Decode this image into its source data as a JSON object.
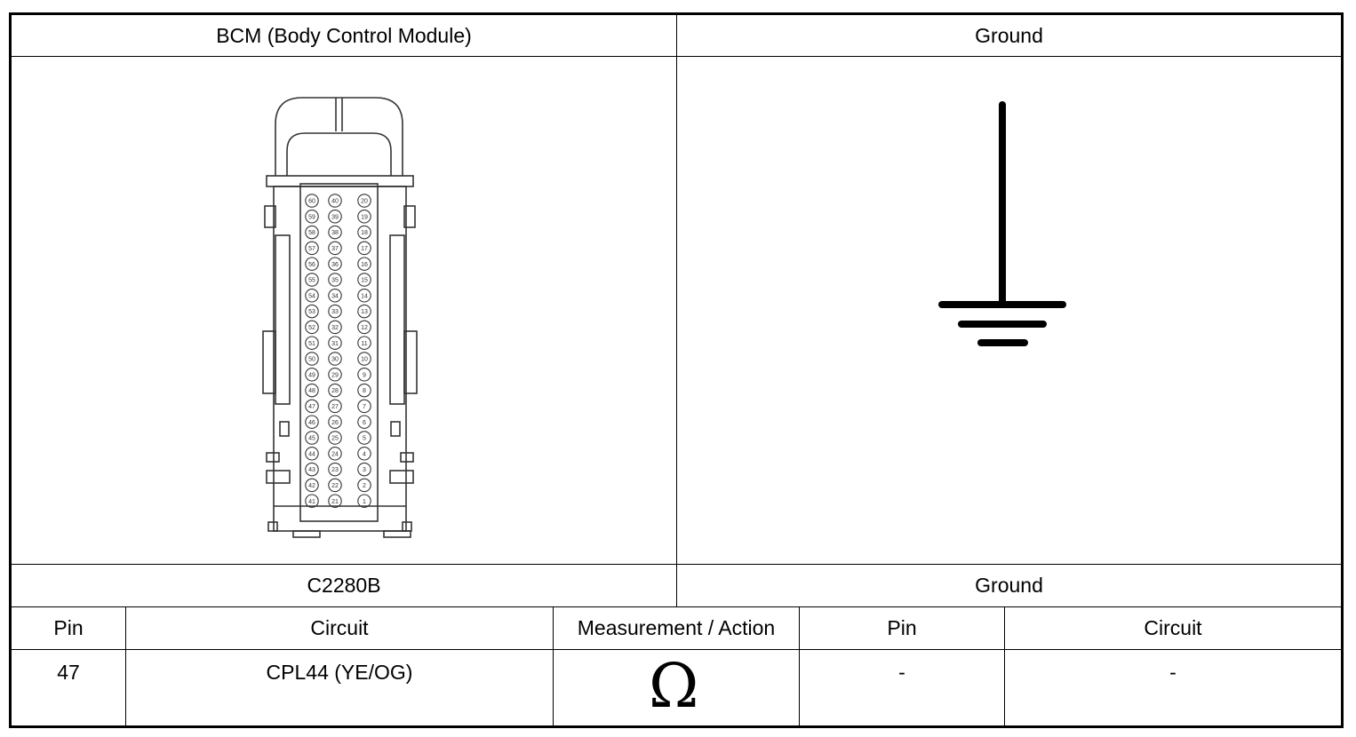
{
  "header": {
    "left_title": "BCM (Body Control Module)",
    "right_title": "Ground"
  },
  "connector": {
    "left_label": "C2280B",
    "right_label": "Ground",
    "icon": "connector-face-icon",
    "pin_columns": [
      [
        "60",
        "59",
        "58",
        "57",
        "56",
        "55",
        "54",
        "53",
        "52",
        "51",
        "50",
        "49",
        "48",
        "47",
        "46",
        "45",
        "44",
        "43",
        "42",
        "41"
      ],
      [
        "40",
        "39",
        "38",
        "37",
        "36",
        "35",
        "34",
        "33",
        "32",
        "31",
        "30",
        "29",
        "28",
        "27",
        "26",
        "25",
        "24",
        "23",
        "22",
        "21"
      ],
      [
        "20",
        "19",
        "18",
        "17",
        "16",
        "15",
        "14",
        "13",
        "12",
        "11",
        "10",
        "9",
        "8",
        "7",
        "6",
        "5",
        "4",
        "3",
        "2",
        "1"
      ]
    ]
  },
  "ground_symbol": {
    "icon": "ground-symbol-icon"
  },
  "table": {
    "headers": [
      "Pin",
      "Circuit",
      "Measurement / Action",
      "Pin",
      "Circuit"
    ],
    "row": {
      "pin": "47",
      "circuit": "CPL44 (YE/OG)",
      "measurement": "Ω",
      "measurement_icon": "ohm-icon",
      "ground_pin": "-",
      "ground_circuit": "-"
    }
  }
}
